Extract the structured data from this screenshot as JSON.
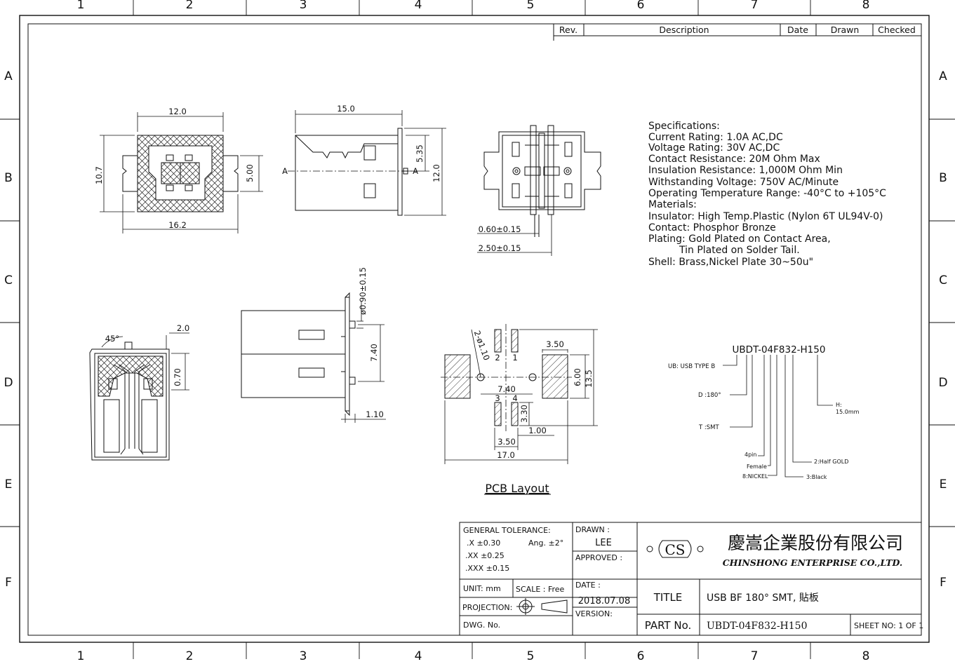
{
  "frame": {
    "top_zones": [
      "1",
      "2",
      "3",
      "4",
      "5",
      "6",
      "7",
      "8"
    ],
    "side_zones": [
      "A",
      "B",
      "C",
      "D",
      "E",
      "F"
    ]
  },
  "revision_table": {
    "headers": [
      "Rev.",
      "Description",
      "Date",
      "Drawn",
      "Checked"
    ]
  },
  "views": {
    "front": {
      "dims": [
        "12.0",
        "10.7",
        "5.00",
        "16.2"
      ]
    },
    "side": {
      "dims": [
        "15.0",
        "5.35",
        "12.0"
      ],
      "section_mark": "A"
    },
    "bottom": {
      "dims": [
        "0.60±0.15",
        "2.50±0.15"
      ]
    },
    "section": {
      "dims": [
        "45°",
        "2.0",
        "0.70"
      ]
    },
    "elevation": {
      "dims": [
        "ø0.90±0.15",
        "7.40",
        "1.10"
      ]
    }
  },
  "pcb_layout": {
    "label": "PCB Layout",
    "hole_note": "2-ø1.10",
    "pin_numbers": [
      "2",
      "1",
      "3",
      "4"
    ],
    "dims": [
      "3.50",
      "6.00",
      "13.5",
      "7.40",
      "3.30",
      "1.00",
      "3.50",
      "17.0"
    ]
  },
  "specifications": [
    "Specifications:",
    "Current Rating: 1.0A AC,DC",
    "Voltage Rating: 30V AC,DC",
    "Contact Resistance: 20M Ohm Max",
    "Insulation Resistance: 1,000M Ohm Min",
    "Withstanding Voltage: 750V AC/Minute",
    "Operating Temperature Range: -40°C to +105°C",
    "Materials:",
    "Insulator: High Temp.Plastic (Nylon 6T UL94V-0)",
    "Contact: Phosphor Bronze",
    "Plating: Gold Plated on Contact Area,",
    "Tin Plated on Solder Tail.",
    "Shell: Brass,Nickel Plate 30~50u\""
  ],
  "part_code": {
    "code": "UBDT-04F832-H150",
    "legend": {
      "ub": "UB: USB TYPE B",
      "d": "D :180°",
      "t": "T :SMT",
      "pin": "4pin",
      "female": "Female",
      "nickel": "8:NICKEL",
      "black": "3:Black",
      "half_gold": "2:Half GOLD",
      "h_label": "H:",
      "h_value": "15.0mm"
    }
  },
  "title_block": {
    "tolerance_title": "GENERAL TOLERANCE:",
    "tol_x": ".X  ±0.30",
    "tol_ang": "Ang.  ±2°",
    "tol_xx": ".XX ±0.25",
    "tol_xxx": ".XXX ±0.15",
    "drawn_label": "DRAWN :",
    "drawn_by": "LEE",
    "approved_label": "APPROVED :",
    "logo_mark": "CS",
    "company_cn": "慶嵩企業股份有限公司",
    "company_en": "CHINSHONG ENTERPRISE CO.,LTD.",
    "unit": "UNIT:  mm",
    "scale": "SCALE :  Free",
    "projection_label": "PROJECTION:",
    "dwg_no_label": "DWG. No.",
    "date_label": "DATE :",
    "date": "2018.07.08",
    "version_label": "VERSION:",
    "title_label": "TITLE",
    "title_value": "USB BF 180°  SMT, 貼板",
    "part_no_label": "PART No.",
    "part_no": "UBDT-04F832-H150",
    "sheet": "SHEET  NO:  1 OF 1"
  }
}
